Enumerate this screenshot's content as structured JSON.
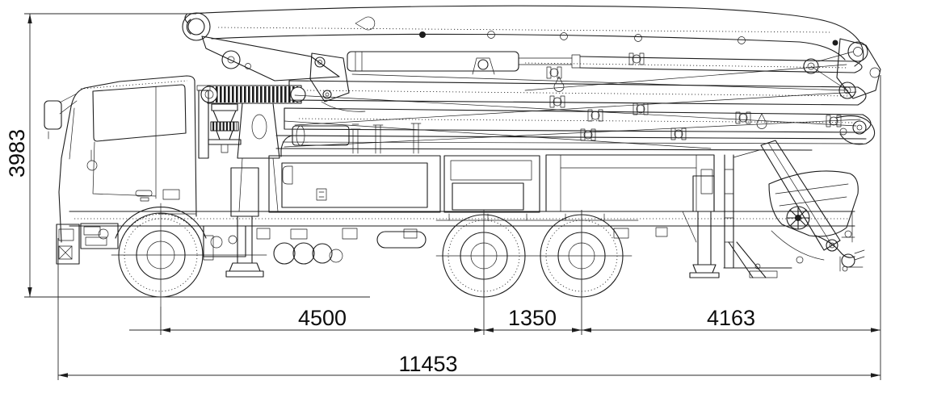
{
  "drawing": {
    "subject": "Truck-mounted concrete boom pump — side elevation technical drawing",
    "style": {
      "background": "#ffffff",
      "line_color": "#1d1d1d",
      "dimension_text_color": "#0c0c0c"
    },
    "dimensions": {
      "overall_height": "3983",
      "front_axle_to_first_rear_axle": "4500",
      "rear_tandem_axle_spacing": "1350",
      "rear_axle_to_boom_tip": "4163",
      "overall_length": "11453"
    }
  }
}
